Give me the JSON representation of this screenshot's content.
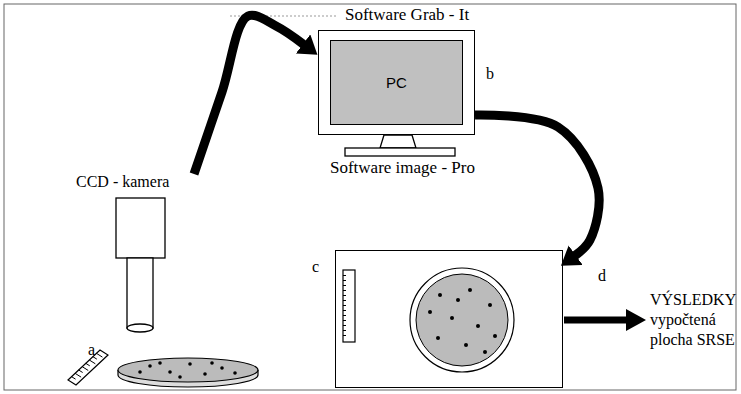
{
  "diagram": {
    "nodes": [
      {
        "text": [
          "CCD - kamera"
        ]
      },
      {
        "text": [
          "PC"
        ]
      },
      {
        "text": [
          "c"
        ]
      }
    ],
    "edges": [
      {
        "from": 0,
        "to": 1,
        "arrow": "to"
      },
      {
        "from": 1,
        "to": 2,
        "arrow": "to"
      }
    ],
    "labels": [
      "Software Grab - It",
      "Software image - Pro",
      "a",
      "b",
      "d",
      "VÝSLEDKY vypočtená plocha SRSE"
    ]
  }
}
